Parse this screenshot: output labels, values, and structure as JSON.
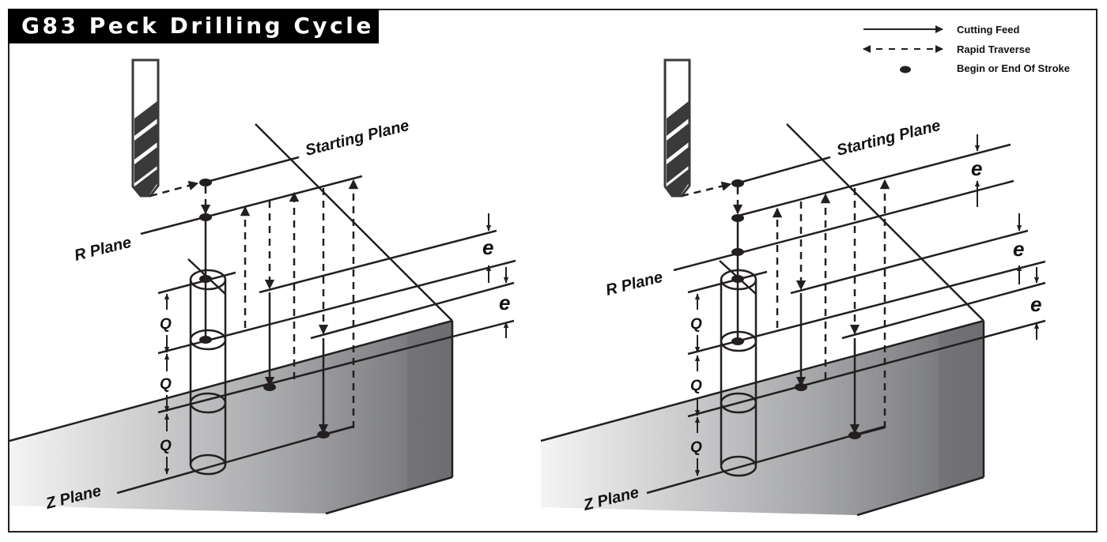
{
  "title": "G83 Peck Drilling Cycle",
  "legend": [
    {
      "icon": "solid-arrow-icon",
      "label": "Cutting Feed"
    },
    {
      "icon": "dashed-double-arrow-icon",
      "label": "Rapid Traverse"
    },
    {
      "icon": "dot-icon",
      "label": "Begin or End Of Stroke"
    }
  ],
  "diagrams": [
    {
      "id": "left",
      "labels": {
        "starting_plane": "Starting Plane",
        "r_plane": "R Plane",
        "z_plane": "Z Plane",
        "q": [
          "Q",
          "Q",
          "Q"
        ],
        "e": [
          "e",
          "e"
        ]
      }
    },
    {
      "id": "right",
      "labels": {
        "starting_plane": "Starting Plane",
        "r_plane": "R Plane",
        "z_plane": "Z Plane",
        "q": [
          "Q",
          "Q",
          "Q"
        ],
        "e": [
          "e",
          "e",
          "e"
        ]
      }
    }
  ],
  "colors": {
    "ink": "#231f20",
    "title_bg": "#000000",
    "title_fg": "#ffffff",
    "block_light": "#f2f2f2",
    "block_dark": "#6d6e71"
  }
}
